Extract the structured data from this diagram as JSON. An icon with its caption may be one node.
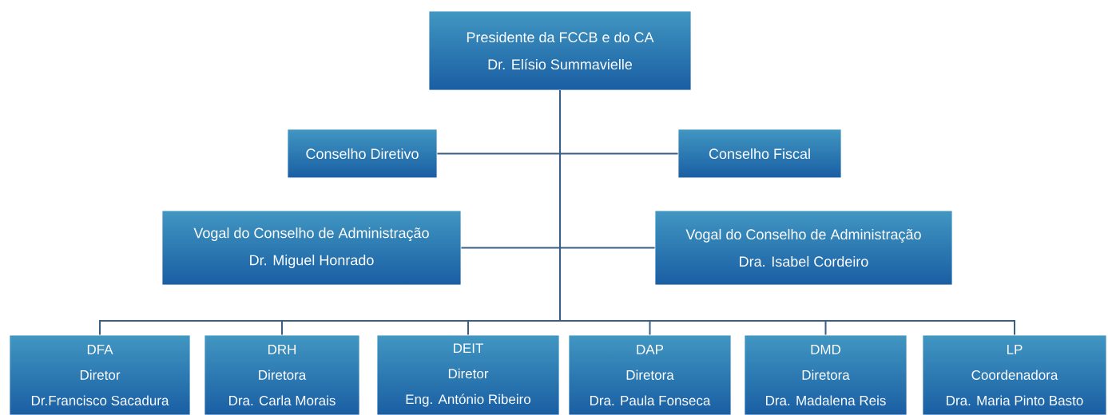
{
  "diagram": {
    "nodes": [
      {
        "text": [
          "Presidente da FCCB e do CA",
          "Dr. Elísio Summavielle"
        ]
      },
      {
        "text": [
          "Conselho Diretivo"
        ]
      },
      {
        "text": [
          "Conselho Fiscal"
        ]
      },
      {
        "text": [
          "Vogal do Conselho de Administração",
          "Dr. Miguel Honrado"
        ]
      },
      {
        "text": [
          "Vogal do Conselho de Administração",
          "Dra. Isabel Cordeiro"
        ]
      },
      {
        "text": [
          "DFA",
          "Diretor",
          "Dr.Francisco Sacadura"
        ]
      },
      {
        "text": [
          "DRH",
          "Diretora",
          "Dra. Carla Morais"
        ]
      },
      {
        "text": [
          "DEIT",
          "Diretor",
          "Eng. António Ribeiro"
        ]
      },
      {
        "text": [
          "DAP",
          "Diretora",
          "Dra. Paula Fonseca"
        ]
      },
      {
        "text": [
          "DMD",
          "Diretora",
          "Dra. Madalena Reis"
        ]
      },
      {
        "text": [
          "LP",
          "Coordenadora",
          "Dra. Maria Pinto Basto"
        ]
      }
    ],
    "edges": [
      {
        "from": 0,
        "to": 1,
        "arrow": "none"
      },
      {
        "from": 0,
        "to": 2,
        "arrow": "none"
      },
      {
        "from": 0,
        "to": 3,
        "arrow": "none"
      },
      {
        "from": 0,
        "to": 4,
        "arrow": "none"
      },
      {
        "from": 0,
        "to": 5,
        "arrow": "none"
      },
      {
        "from": 0,
        "to": 6,
        "arrow": "none"
      },
      {
        "from": 0,
        "to": 7,
        "arrow": "none"
      },
      {
        "from": 0,
        "to": 8,
        "arrow": "none"
      },
      {
        "from": 0,
        "to": 9,
        "arrow": "none"
      },
      {
        "from": 0,
        "to": 10,
        "arrow": "none"
      }
    ]
  }
}
